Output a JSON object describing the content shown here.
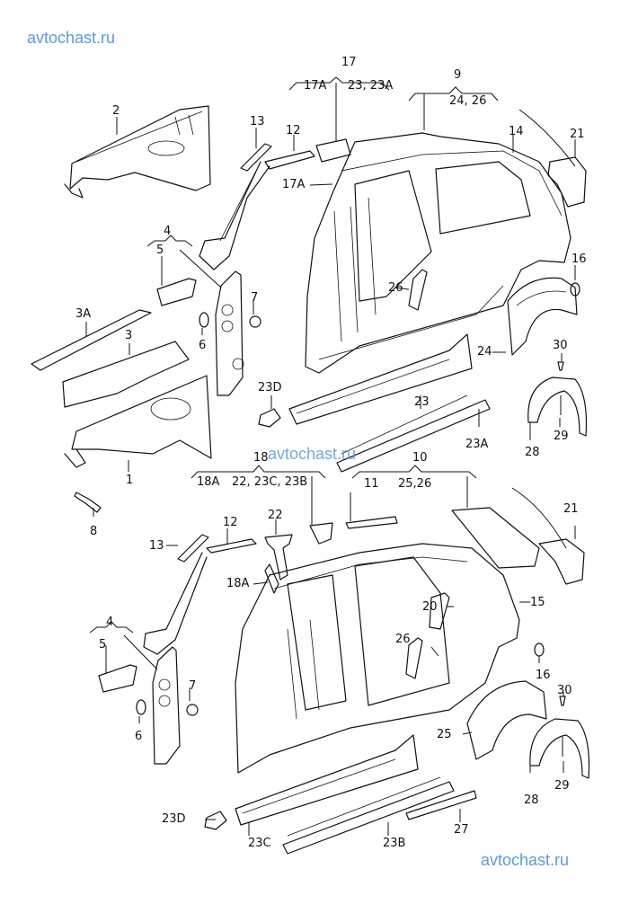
{
  "watermark": {
    "text": "avtochast.ru",
    "color": "#5b9bd9"
  },
  "diagram": {
    "title": "",
    "groups": {
      "g17": {
        "label": "17",
        "children_left": "17A",
        "children_right": "23, 23A"
      },
      "g9": {
        "label": "9",
        "children": "24, 26"
      },
      "g4_top": {
        "label": "4"
      },
      "g18": {
        "label": "18",
        "children_left": "18A",
        "children_right": "22, 23C, 23B"
      },
      "g10": {
        "label": "10",
        "children_left": "11",
        "children_right": "25,26"
      },
      "g4_bottom": {
        "label": "4"
      }
    },
    "labels_top": {
      "l2": "2",
      "l13": "13",
      "l12": "12",
      "l14": "14",
      "l21": "21",
      "l17A": "17A",
      "l5": "5",
      "l7": "7",
      "l3A": "3A",
      "l3": "3",
      "l6": "6",
      "l26": "26",
      "l16": "16",
      "l24": "24",
      "l30": "30",
      "l23D": "23D",
      "l23": "23",
      "l23A": "23A",
      "l28": "28",
      "l29": "29",
      "l1": "1",
      "l8": "8"
    },
    "labels_bottom": {
      "l12": "12",
      "l22": "22",
      "l21": "21",
      "l13": "13",
      "l18A": "18A",
      "l15": "15",
      "l20": "20",
      "l5": "5",
      "l26": "26",
      "l16": "16",
      "l7": "7",
      "l30": "30",
      "l6": "6",
      "l25": "25",
      "l28": "28",
      "l29": "29",
      "l23D": "23D",
      "l27": "27",
      "l23C": "23C",
      "l23B": "23B"
    }
  }
}
